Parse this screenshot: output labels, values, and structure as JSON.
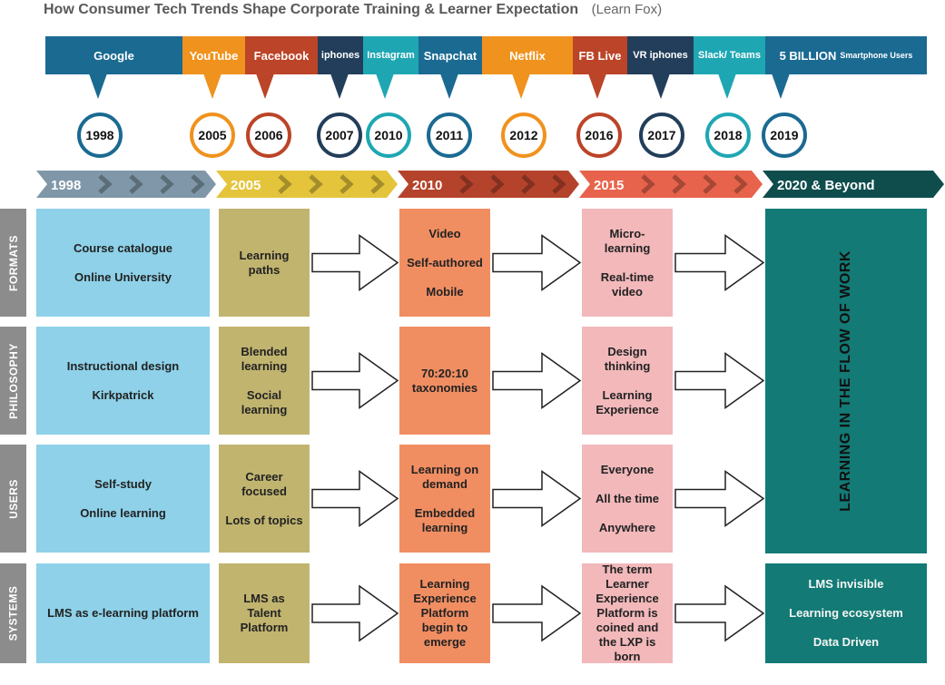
{
  "header": {
    "title": "How Consumer Tech Trends Shape Corporate Training & Learner Expectation",
    "source": "(Learn Fox)"
  },
  "brands": [
    {
      "label": "Google",
      "small": "",
      "color": "#1a6a92"
    },
    {
      "label": "YouTube",
      "small": "",
      "color": "#f0921e"
    },
    {
      "label": "Facebook",
      "small": "",
      "color": "#bc4428"
    },
    {
      "label": "iphones",
      "small": "",
      "color": "#223e5a"
    },
    {
      "label": "Instagram",
      "small": "",
      "color": "#1ea7b3"
    },
    {
      "label": "Snapchat",
      "small": "",
      "color": "#1a6a92"
    },
    {
      "label": "Netflix",
      "small": "",
      "color": "#f0921e"
    },
    {
      "label": "FB Live",
      "small": "",
      "color": "#bc4428"
    },
    {
      "label": "VR iphones",
      "small": "",
      "color": "#223e5a"
    },
    {
      "label": "Slack/ Teams",
      "small": "",
      "color": "#1ea7b3"
    },
    {
      "label": "5 BILLION",
      "small": "Smartphone Users",
      "color": "#1a6a92"
    }
  ],
  "milestones": [
    {
      "year": "1998",
      "color": "#1a6a92"
    },
    {
      "year": "2005",
      "color": "#f0921e"
    },
    {
      "year": "2006",
      "color": "#bc4428"
    },
    {
      "year": "2007",
      "color": "#223e5a"
    },
    {
      "year": "2010",
      "color": "#1ea7b3"
    },
    {
      "year": "2011",
      "color": "#1a6a92"
    },
    {
      "year": "2012",
      "color": "#f0921e"
    },
    {
      "year": "2016",
      "color": "#bc4428"
    },
    {
      "year": "2017",
      "color": "#223e5a"
    },
    {
      "year": "2018",
      "color": "#1ea7b3"
    },
    {
      "year": "2019",
      "color": "#1a6a92"
    }
  ],
  "eras": [
    {
      "label": "1998",
      "color": "#7f97a8"
    },
    {
      "label": "2005",
      "color": "#e4c43b"
    },
    {
      "label": "2010",
      "color": "#b5432c"
    },
    {
      "label": "2015",
      "color": "#e8634b"
    },
    {
      "label": "2020 & Beyond",
      "color": "#0f4d4d"
    }
  ],
  "rows": [
    {
      "label": "FORMATS",
      "cells": [
        [
          "Course catalogue",
          "",
          "Online University"
        ],
        [
          "Learning",
          "paths"
        ],
        [
          "Video",
          "",
          "Self-authored",
          "",
          "Mobile"
        ],
        [
          "Micro-",
          "learning",
          "",
          "Real-time",
          "video"
        ]
      ]
    },
    {
      "label": "PHILOSOPHY",
      "cells": [
        [
          "Instructional design",
          "",
          "Kirkpatrick"
        ],
        [
          "Blended",
          "learning",
          "",
          "Social",
          "learning"
        ],
        [
          "70:20:10",
          "taxonomies"
        ],
        [
          "Design",
          "thinking",
          "",
          "Learning",
          "Experience"
        ]
      ]
    },
    {
      "label": "USERS",
      "cells": [
        [
          "Self-study",
          "",
          "Online learning"
        ],
        [
          "Career",
          "focused",
          "",
          "Lots of topics"
        ],
        [
          "Learning on",
          "demand",
          "",
          "Embedded",
          "learning"
        ],
        [
          "Everyone",
          "",
          "All the time",
          "",
          "Anywhere"
        ]
      ]
    },
    {
      "label": "SYSTEMS",
      "cells": [
        [
          "LMS as e-learning platform"
        ],
        [
          "LMS as",
          "Talent",
          "Platform"
        ],
        [
          "Learning",
          "Experience",
          "Platform",
          "begin to",
          "emerge"
        ],
        [
          "The term",
          "Learner",
          "Experience",
          "Platform is",
          "coined and",
          "the LXP is",
          "born"
        ]
      ]
    }
  ],
  "column_colors": [
    "#8ed1e8",
    "#c1b46f",
    "#f08e62",
    "#f2b8ba"
  ],
  "flow_text": "LEARNING IN THE FLOW OF WORK",
  "systems_beyond": [
    "LMS invisible",
    "",
    "Learning ecosystem",
    "",
    "Data Driven"
  ],
  "colors": {
    "side_label": "#8c8c8c",
    "flow_box": "#137a75",
    "systems_box": "#137a75"
  }
}
